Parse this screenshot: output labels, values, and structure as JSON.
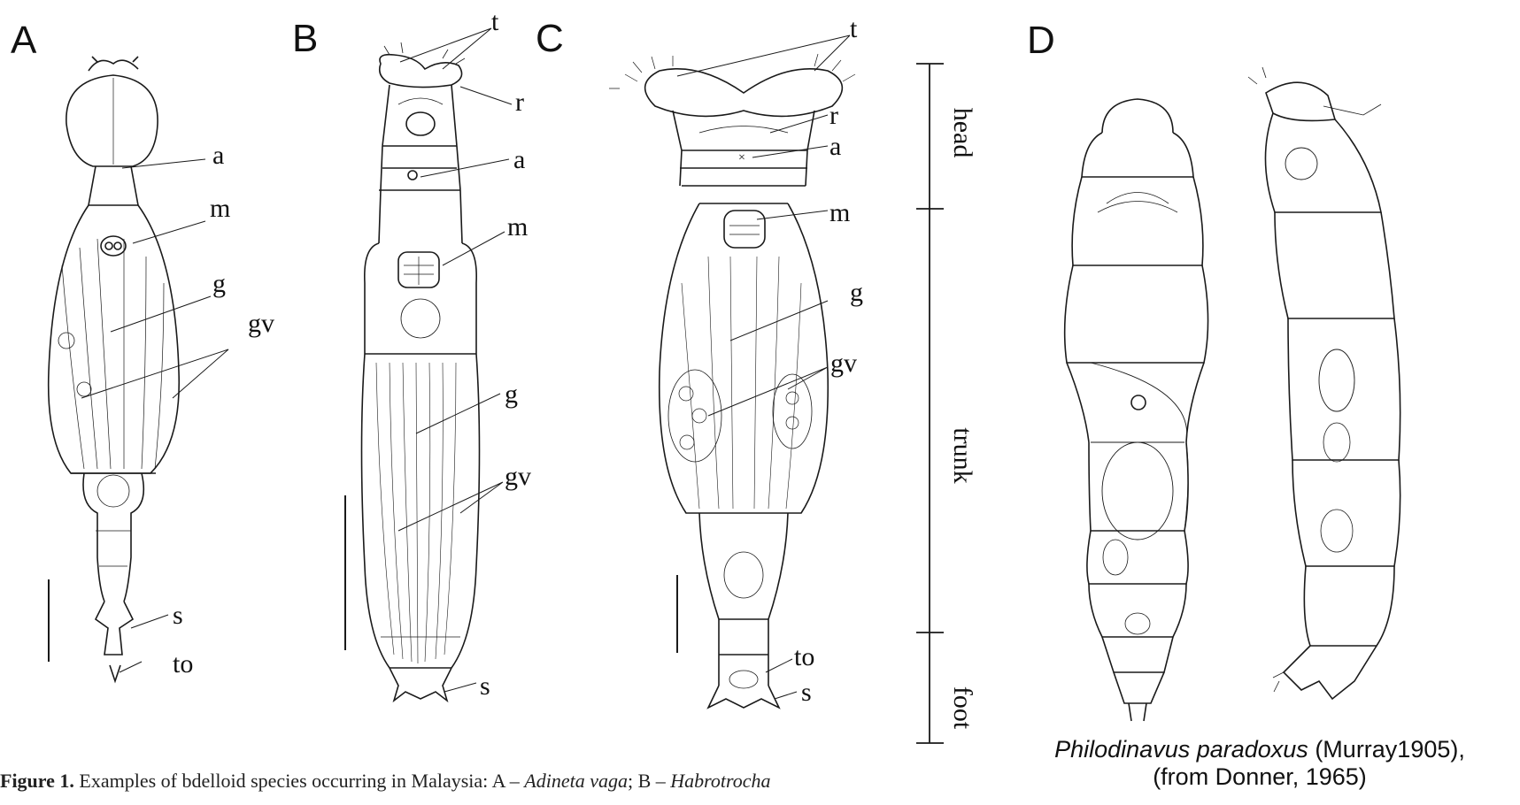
{
  "panels": {
    "A": {
      "letter": "A",
      "labels": {
        "a": "a",
        "m": "m",
        "g": "g",
        "gv": "gv",
        "s": "s",
        "to": "to"
      }
    },
    "B": {
      "letter": "B",
      "labels": {
        "t": "t",
        "r": "r",
        "a": "a",
        "m": "m",
        "g": "g",
        "gv": "gv",
        "s": "s"
      }
    },
    "C": {
      "letter": "C",
      "labels": {
        "t": "t",
        "r": "r",
        "a": "a",
        "m": "m",
        "g": "g",
        "gv": "gv",
        "to": "to",
        "s": "s"
      }
    },
    "D": {
      "letter": "D",
      "caption_species": "Philodinavus paradoxus",
      "caption_author": " (Murray1905),",
      "caption_source": "(from Donner, 1965)"
    }
  },
  "body_regions": {
    "head": "head",
    "trunk": "trunk",
    "foot": "foot"
  },
  "figure_caption": {
    "prefix": "Figure 1.",
    "text": "  Examples of bdelloid species occurring in Malaysia: A – ",
    "species_a": "Adineta vaga",
    "sep": "; B – ",
    "species_b": "Habrotrocha"
  },
  "colors": {
    "ink": "#1a1a1a",
    "background": "#ffffff"
  }
}
